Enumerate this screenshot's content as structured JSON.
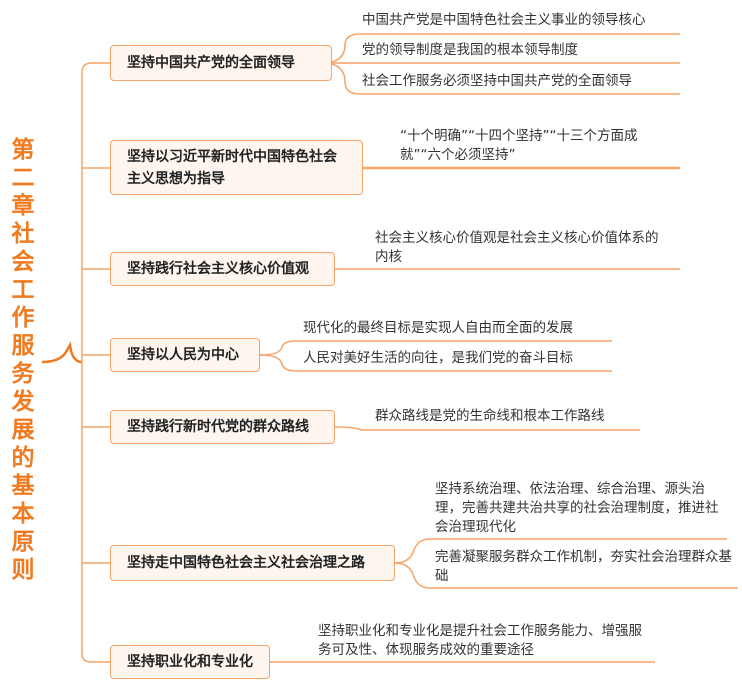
{
  "root": {
    "title": "第二章社会工作服务发展的基本原则"
  },
  "branches": [
    {
      "label": "坚持中国共产党的全面领导",
      "leaves": [
        "中国共产党是中国特色社会主义事业的领导核心",
        "党的领导制度是我国的根本领导制度",
        "社会工作服务必须坚持中国共产党的全面领导"
      ]
    },
    {
      "label": "坚持以习近平新时代中国特色社会主义思想为指导",
      "leaves": [
        "“十个明确”“十四个坚持”“十三个方面成就”“六个必须坚持”"
      ]
    },
    {
      "label": "坚持践行社会主义核心价值观",
      "leaves": [
        "社会主义核心价值观是社会主义核心价值体系的内核"
      ]
    },
    {
      "label": "坚持以人民为中心",
      "leaves": [
        "现代化的最终目标是实现人自由而全面的发展",
        "人民对美好生活的向往，是我们党的奋斗目标"
      ]
    },
    {
      "label": "坚持践行新时代党的群众路线",
      "leaves": [
        "群众路线是党的生命线和根本工作路线"
      ]
    },
    {
      "label": "坚持走中国特色社会主义社会治理之路",
      "leaves": [
        "坚持系统治理、依法治理、综合治理、源头治理，完善共建共治共享的社会治理制度，推进社会治理现代化",
        "完善凝聚服务群众工作机制，夯实社会治理群众基础"
      ]
    },
    {
      "label": "坚持职业化和专业化",
      "leaves": [
        "坚持职业化和专业化是提升社会工作服务能力、增强服务可及性、体现服务成效的重要途径"
      ]
    }
  ],
  "colors": {
    "accent": "#f07a1f",
    "line": "#f6a467",
    "box_bg": "#fdf5ee"
  }
}
